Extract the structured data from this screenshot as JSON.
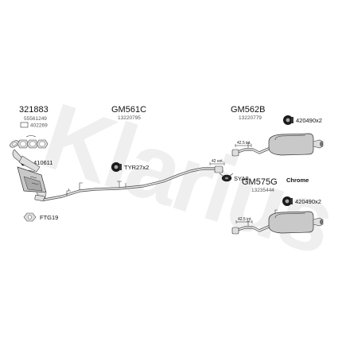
{
  "watermark": "Klarius",
  "groups": {
    "left": {
      "code": "321883",
      "ref": "55561249",
      "box_label": "402269"
    },
    "middle": {
      "code": "GM561C",
      "ref": "13220795"
    },
    "rear": {
      "code": "GM562B",
      "ref": "13220779"
    },
    "rear_chrome": {
      "code": "GM575G",
      "ref": "13235444",
      "variant": "Chrome"
    }
  },
  "components": [
    {
      "label": "410611"
    },
    {
      "label": "TYR27x2"
    },
    {
      "label": "SYA8"
    },
    {
      "label": "FTG19"
    },
    {
      "label": "420490x2"
    },
    {
      "label": "420490x2"
    }
  ],
  "dimensions": {
    "mid_pipe": "42 ext.",
    "rear_pipe_top": "42.5 int.",
    "rear_pipe_bottom": "42.5 int."
  },
  "colors": {
    "part_fill": "#c9c9c9",
    "outline": "#333333",
    "text": "#111111",
    "watermark": "#ececec"
  }
}
